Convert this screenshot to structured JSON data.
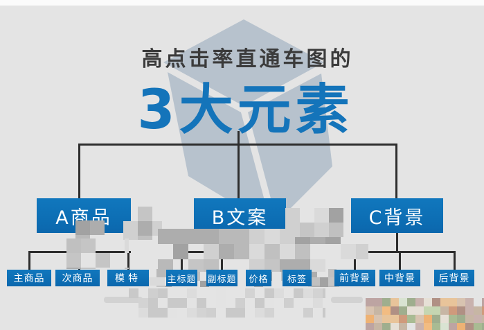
{
  "title": {
    "line1": "高点击率直通车图的",
    "line2": "3大元素"
  },
  "tree": {
    "branches": [
      {
        "label": "A商品",
        "children": [
          "主商品",
          "次商品",
          "模特"
        ]
      },
      {
        "label": "B文案",
        "children": [
          "主标题",
          "副标题",
          "价格",
          "标签"
        ]
      },
      {
        "label": "C背景",
        "children": [
          "前背景",
          "中背景",
          "后背景"
        ]
      }
    ]
  },
  "colors": {
    "background": "#e4e4e4",
    "heading_dark": "#3b3b3b",
    "title_blue": "#1474ba",
    "box_blue": "#0d6fb5",
    "connector_dark": "#2d2d2d",
    "watermark_cube": "#b7c2cd"
  }
}
